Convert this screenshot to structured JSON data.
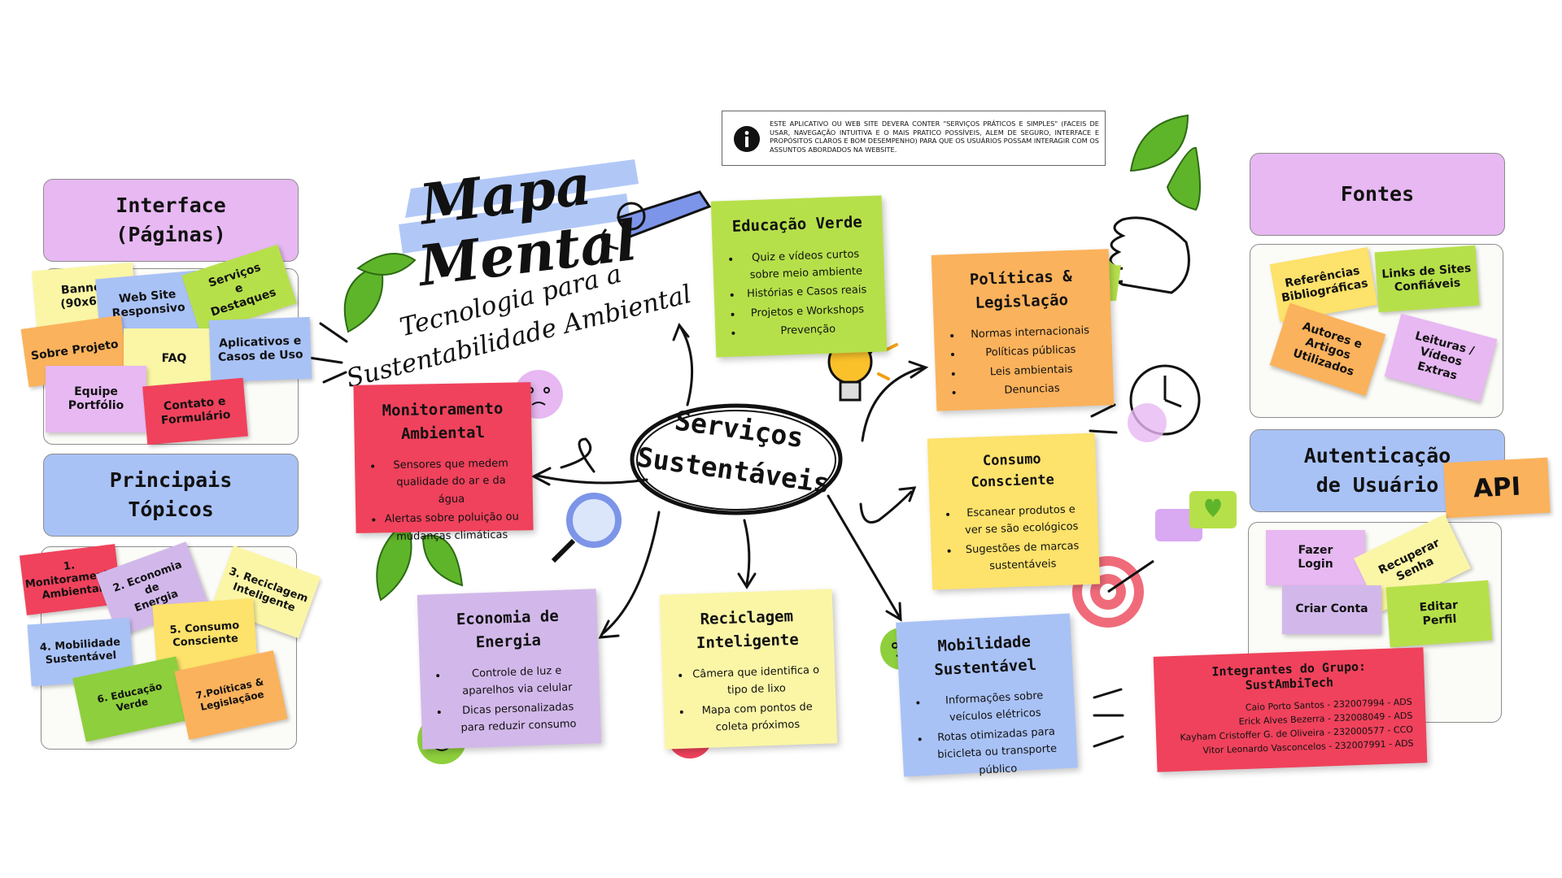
{
  "title": {
    "line1": "Mapa",
    "line2": "Mental",
    "subtitle1": "Tecnologia para a",
    "subtitle2": "Sustentabilidade Ambiental"
  },
  "note": {
    "text": "Este aplicativo ou web site devera conter \"serviços práticos e simples\" (faceis de usar, navegação intuitiva e o mais pratico possíveis, alem de seguro, interface e propósitos claros e bom desempenho) para que os usuários possam interagir com os assuntos abordados na website."
  },
  "center": {
    "label": "Serviços\nSustentáveis"
  },
  "left": {
    "interface": {
      "title": "Interface\n(Páginas)",
      "items": [
        "Banner (90x60)",
        "Web Site\nResponsivo",
        "Serviços\ne\nDestaques",
        "Sobre Projeto",
        "FAQ",
        "Aplicativos e\nCasos de Uso",
        "Equipe\nPortfólio",
        "Contato e\nFormulário"
      ]
    },
    "topicos": {
      "title": "Principais\nTópicos",
      "items": [
        "1. Monitoramento\nAmbiental",
        "2. Economia de\nEnergia",
        "3. Reciclagem\nInteligente",
        "4. Mobilidade\nSustentável",
        "5. Consumo\nConsciente",
        "6. Educação Verde",
        "7.Políticas &\nLegislaçãoe"
      ]
    }
  },
  "cards": {
    "educacao": {
      "title": "Educação Verde",
      "items": [
        "Quiz e vídeos curtos sobre meio ambiente",
        "Histórias e Casos reais",
        "Projetos e Workshops",
        "Prevenção"
      ]
    },
    "politicas": {
      "title": "Políticas &\nLegislação",
      "items": [
        "Normas internacionais",
        "Políticas públicas",
        "Leis ambientais",
        "Denuncias"
      ]
    },
    "monitoramento": {
      "title": "Monitoramento\nAmbiental",
      "items": [
        "Sensores que medem qualidade do ar e da água",
        "Alertas sobre poluição ou mudanças climáticas"
      ]
    },
    "consumo": {
      "title": "Consumo Consciente",
      "items": [
        "Escanear produtos e ver se são ecológicos",
        "Sugestões de marcas sustentáveis"
      ]
    },
    "economia": {
      "title": "Economia de Energia",
      "items": [
        "Controle de luz e aparelhos via celular",
        "Dicas personalizadas para reduzir consumo"
      ]
    },
    "reciclagem": {
      "title": "Reciclagem\nInteligente",
      "items": [
        "Câmera que identifica o tipo de lixo",
        "Mapa com pontos de coleta próximos"
      ]
    },
    "mobilidade": {
      "title": "Mobilidade\nSustentável",
      "items": [
        "Informações sobre veículos elétricos",
        "Rotas otimizadas para bicicleta ou transporte público"
      ]
    }
  },
  "right": {
    "fontes": {
      "title": "Fontes",
      "items": [
        "Referências\nBibliográficas",
        "Links de Sites\nConfiáveis",
        "Autores e Artigos\nUtilizados",
        "Leituras / Vídeos\nExtras"
      ]
    },
    "auth": {
      "title": "Autenticação\nde Usuário",
      "api": "API",
      "items": [
        "Fazer\nLogin",
        "Recuperar Senha",
        "Criar Conta",
        "Editar\nPerfil"
      ]
    }
  },
  "members": {
    "title": "Integrantes do Grupo: SustAmbiTech",
    "lines": [
      "Caio Porto Santos - 232007994 - ADS",
      "Erick Alves Bezerra - 232008049 - ADS",
      "Kayham Cristoffer G. de Oliveira - 232000577 - CCO",
      "Vitor Leonardo Vasconcelos - 232007991 - ADS"
    ]
  },
  "colors": {
    "pink": "#f06b92",
    "lilac": "#e7b8f2",
    "blue": "#a9c2f6",
    "green": "#b6e04a",
    "orange": "#fbb25c",
    "yellow": "#fde26b",
    "purple": "#d2b8ea",
    "red": "#f0425c",
    "lightyellow": "#fbf6a6",
    "leaf": "#5fb52a"
  }
}
